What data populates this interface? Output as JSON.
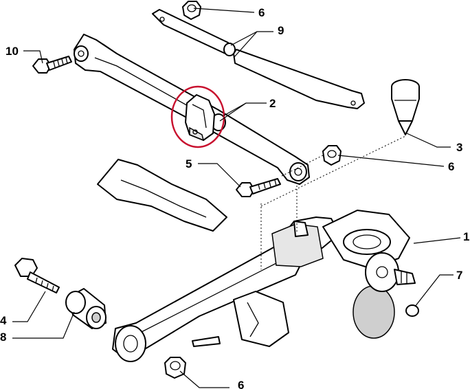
{
  "callouts": {
    "c1": "1",
    "c2": "2",
    "c3": "3",
    "c4": "4",
    "c5": "5",
    "c6a": "6",
    "c6b": "6",
    "c6c": "6",
    "c7": "7",
    "c8": "8",
    "c9": "9",
    "c10": "10"
  },
  "colors": {
    "highlight": "#c8102e",
    "line": "#000000",
    "background": "#ffffff"
  }
}
